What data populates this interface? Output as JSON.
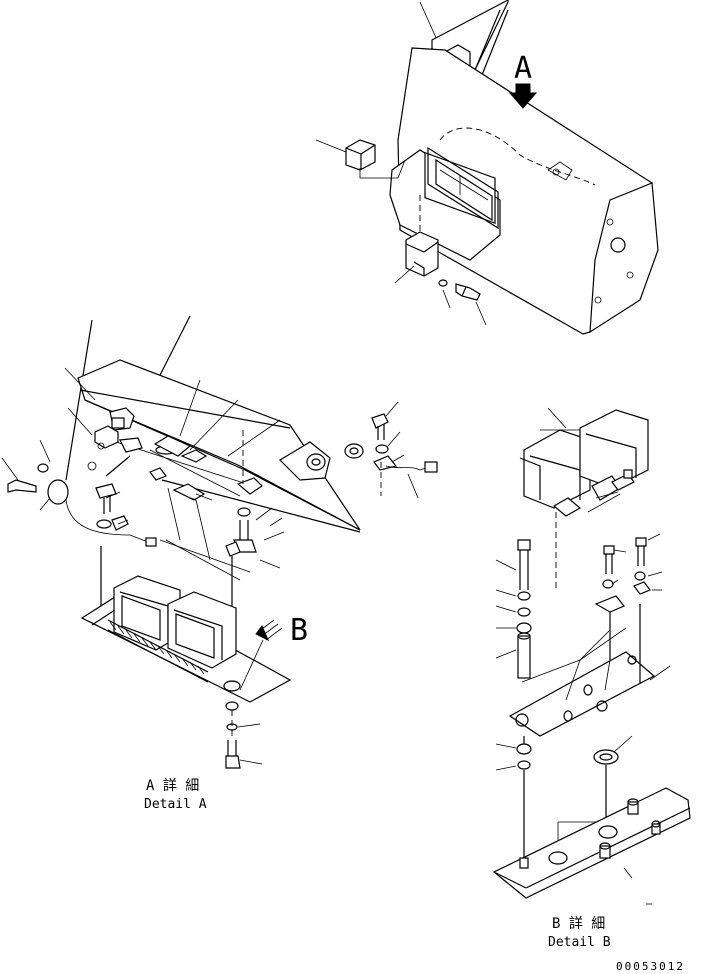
{
  "view_arrow_a": {
    "letter": "A"
  },
  "view_arrow_b": {
    "letter": "B"
  },
  "detail_a": {
    "title_jp": "A 詳 細",
    "title_en": "Detail A"
  },
  "detail_b": {
    "title_jp": "B 詳 細",
    "title_en": "Detail B"
  },
  "drawing_number": "00053012"
}
